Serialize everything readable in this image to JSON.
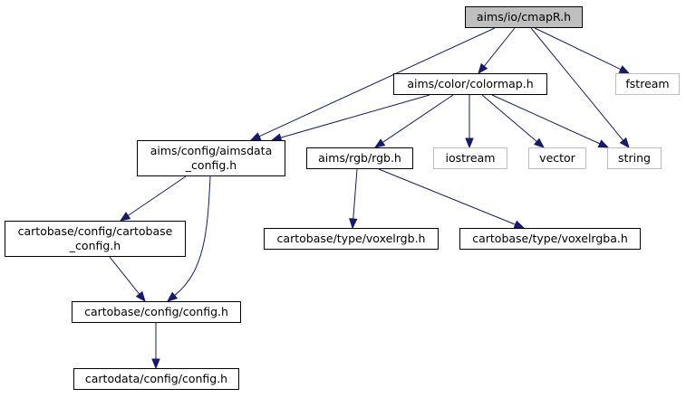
{
  "colors": {
    "edge": "#191970",
    "node_border": "#000000",
    "external_border": "#bfbfbf",
    "root_fill": "#bfbfbf",
    "text": "#000000",
    "external_text": "#000000"
  },
  "nodes": {
    "cmapR": {
      "lines": [
        "aims/io/cmapR.h"
      ],
      "kind": "root"
    },
    "colormap": {
      "lines": [
        "aims/color/colormap.h"
      ],
      "kind": "header"
    },
    "fstream": {
      "lines": [
        "fstream"
      ],
      "kind": "external"
    },
    "aimsdata_config": {
      "lines": [
        "aims/config/aimsdata",
        "_config.h"
      ],
      "kind": "header"
    },
    "rgb": {
      "lines": [
        "aims/rgb/rgb.h"
      ],
      "kind": "header"
    },
    "iostream": {
      "lines": [
        "iostream"
      ],
      "kind": "external"
    },
    "vector": {
      "lines": [
        "vector"
      ],
      "kind": "external"
    },
    "string": {
      "lines": [
        "string"
      ],
      "kind": "external"
    },
    "cartobase_config": {
      "lines": [
        "cartobase/config/cartobase",
        "_config.h"
      ],
      "kind": "header"
    },
    "voxelrgb": {
      "lines": [
        "cartobase/type/voxelrgb.h"
      ],
      "kind": "header"
    },
    "voxelrgba": {
      "lines": [
        "cartobase/type/voxelrgba.h"
      ],
      "kind": "header"
    },
    "config": {
      "lines": [
        "cartobase/config/config.h"
      ],
      "kind": "header"
    },
    "cartodata_config": {
      "lines": [
        "cartodata/config/config.h"
      ],
      "kind": "header"
    }
  },
  "edges": [
    [
      "cmapR",
      "colormap"
    ],
    [
      "cmapR",
      "aimsdata_config"
    ],
    [
      "cmapR",
      "string"
    ],
    [
      "cmapR",
      "fstream"
    ],
    [
      "colormap",
      "aimsdata_config"
    ],
    [
      "colormap",
      "rgb"
    ],
    [
      "colormap",
      "iostream"
    ],
    [
      "colormap",
      "vector"
    ],
    [
      "colormap",
      "string"
    ],
    [
      "aimsdata_config",
      "cartobase_config"
    ],
    [
      "aimsdata_config",
      "config"
    ],
    [
      "rgb",
      "voxelrgb"
    ],
    [
      "rgb",
      "voxelrgba"
    ],
    [
      "cartobase_config",
      "config"
    ],
    [
      "config",
      "cartodata_config"
    ]
  ]
}
